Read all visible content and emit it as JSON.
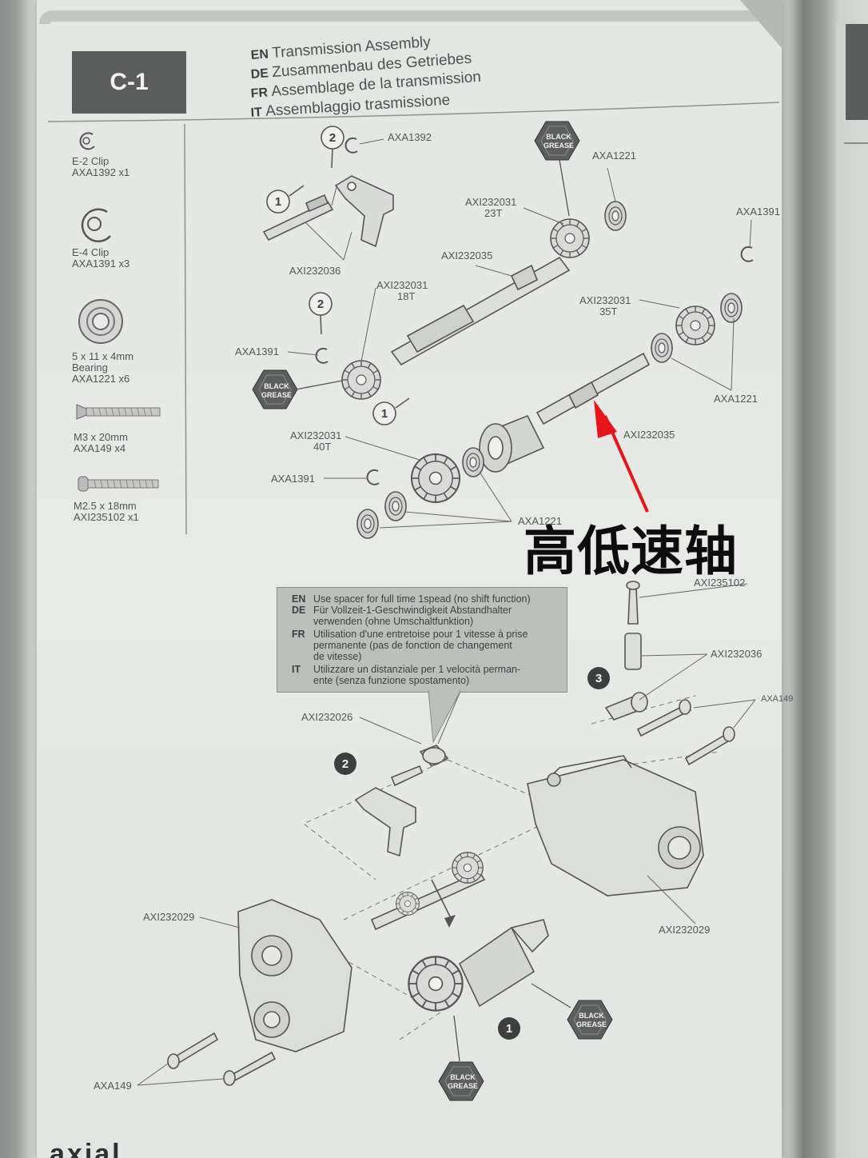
{
  "step": {
    "label": "C-1"
  },
  "titles": [
    {
      "lang": "EN",
      "text": "Transmission Assembly"
    },
    {
      "lang": "DE",
      "text": "Zusammenbau des Getriebes"
    },
    {
      "lang": "FR",
      "text": "Assemblage de la transmission"
    },
    {
      "lang": "IT",
      "text": "Assemblaggio trasmissione"
    }
  ],
  "parts_list": [
    {
      "name": "E-2 Clip",
      "code": "AXA1392 x1"
    },
    {
      "name": "E-4 Clip",
      "code": "AXA1391 x3"
    },
    {
      "name": "5 x 11 x 4mm",
      "name2": "Bearing",
      "code": "AXA1221 x6"
    },
    {
      "name": "M3 x 20mm",
      "code": "AXA149 x4"
    },
    {
      "name": "M2.5 x 18mm",
      "code": "AXI235102 x1"
    }
  ],
  "callouts": {
    "axa1392": "AXA1392",
    "axi232036_a": "AXI232036",
    "axi232031_23t": "AXI232031",
    "t23": "23T",
    "axa1221_top": "AXA1221",
    "axi232035_top": "AXI232035",
    "axi232031_18t": "AXI232031",
    "t18": "18T",
    "axa1391_left": "AXA1391",
    "axa1391_right": "AXA1391",
    "axi232031_35t": "AXI232031",
    "t35": "35T",
    "axa1221_right": "AXA1221",
    "axi232031_40t": "AXI232031",
    "t40": "40T",
    "axa1391_low": "AXA1391",
    "axi232035_mid": "AXI232035",
    "axa1221_low": "AXA1221",
    "axi235102": "AXI235102",
    "axi232036_b": "AXI232036",
    "axa149_right": "AXA149",
    "axi232026": "AXI232026",
    "axi232029_left": "AXI232029",
    "axi232029_right": "AXI232029",
    "axa149_left": "AXA149"
  },
  "badges": {
    "grease_line1": "BLACK",
    "grease_line2": "GREASE"
  },
  "step_numbers": {
    "one": "1",
    "two": "2",
    "three": "3"
  },
  "note": [
    {
      "lang": "EN",
      "lines": [
        "Use spacer for full time 1spead (no shift function)"
      ]
    },
    {
      "lang": "DE",
      "lines": [
        "Für Vollzeit-1-Geschwindigkeit Abstandhalter",
        "verwenden (ohne Umschaltfunktion)"
      ]
    },
    {
      "lang": "FR",
      "lines": [
        "Utilisation d'une entretoise pour 1 vitesse à prise",
        "permanente (pas de fonction de changement",
        "de vitesse)"
      ]
    },
    {
      "lang": "IT",
      "lines": [
        "Utilizzare un distanziale per 1 velocità perman-",
        "ente (senza funzione spostamento)"
      ]
    }
  ],
  "annotation": {
    "text": "高低速轴",
    "color": "#e8141c"
  },
  "footer": {
    "brand": "axial"
  }
}
